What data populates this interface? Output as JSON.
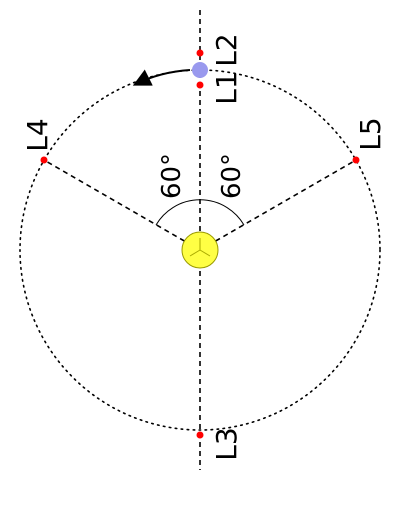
{
  "points": {
    "L1": "L1",
    "L2": "L2",
    "L3": "L3",
    "L4": "L4",
    "L5": "L5"
  },
  "angles": {
    "left": "60°",
    "right": "60°"
  },
  "colors": {
    "sun_fill": "#ffff44",
    "sun_stroke": "#999900",
    "planet_fill": "#9999ee",
    "lagrange_point": "#ff0000",
    "line": "#000000"
  }
}
